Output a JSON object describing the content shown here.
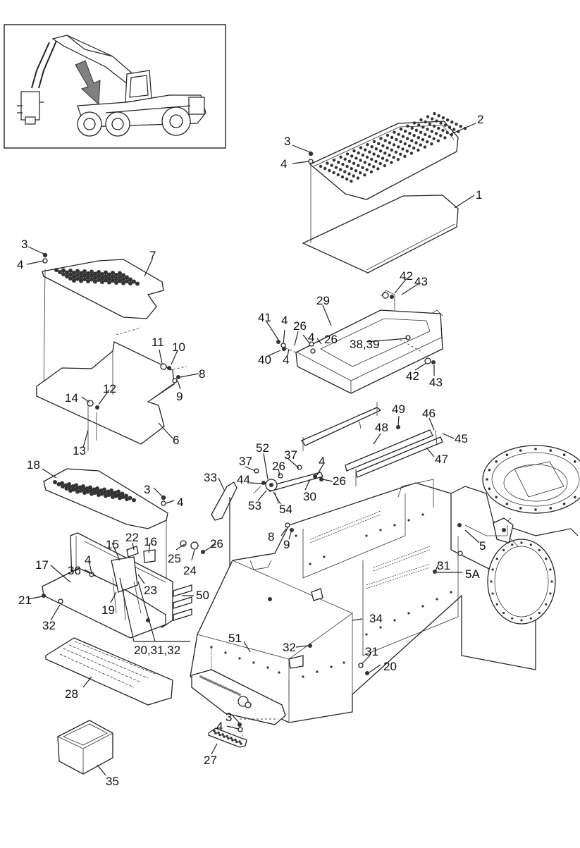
{
  "diagram": {
    "type": "exploded parts diagram",
    "inset": {
      "arrow_color": "#808080"
    },
    "callouts": {
      "c1": "1",
      "c2": "2",
      "c3a": "3",
      "c4a": "4",
      "c3b": "3",
      "c4b": "4",
      "c7": "7",
      "c29": "29",
      "c41": "41",
      "c4c": "4",
      "c26a": "26",
      "c4d": "4",
      "c26b": "26",
      "c40": "40",
      "c4e": "4",
      "c3839": "38,39",
      "c42a": "42",
      "c43a": "43",
      "c42b": "42",
      "c43b": "43",
      "c11": "11",
      "c10": "10",
      "c8a": "8",
      "c9a": "9",
      "c14": "14",
      "c12": "12",
      "c13": "13",
      "c6": "6",
      "c49": "49",
      "c46": "46",
      "c48": "48",
      "c45": "45",
      "c47": "47",
      "c52": "52",
      "c37a": "37",
      "c26c": "26",
      "c37b": "37",
      "c4f": "4",
      "c44": "44",
      "c26d": "26",
      "c53": "53",
      "c54": "54",
      "c30": "30",
      "c33": "33",
      "c18": "18",
      "c3c": "3",
      "c4g": "4",
      "c8b": "8",
      "c9b": "9",
      "c5": "5",
      "c31a": "31",
      "c5a": "5A",
      "c15": "15",
      "c22": "22",
      "c16": "16",
      "c25": "25",
      "c26e": "26",
      "c24": "24",
      "c17": "17",
      "c4h": "4",
      "c36": "36",
      "c23": "23",
      "c21": "21",
      "c19": "19",
      "c50": "50",
      "c32a": "32",
      "c203132": "20,31,32",
      "c34": "34",
      "c51": "51",
      "c32b": "32",
      "c31b": "31",
      "c20": "20",
      "c28": "28",
      "c3d": "3",
      "c4i": "4",
      "c27": "27",
      "c35": "35"
    }
  }
}
